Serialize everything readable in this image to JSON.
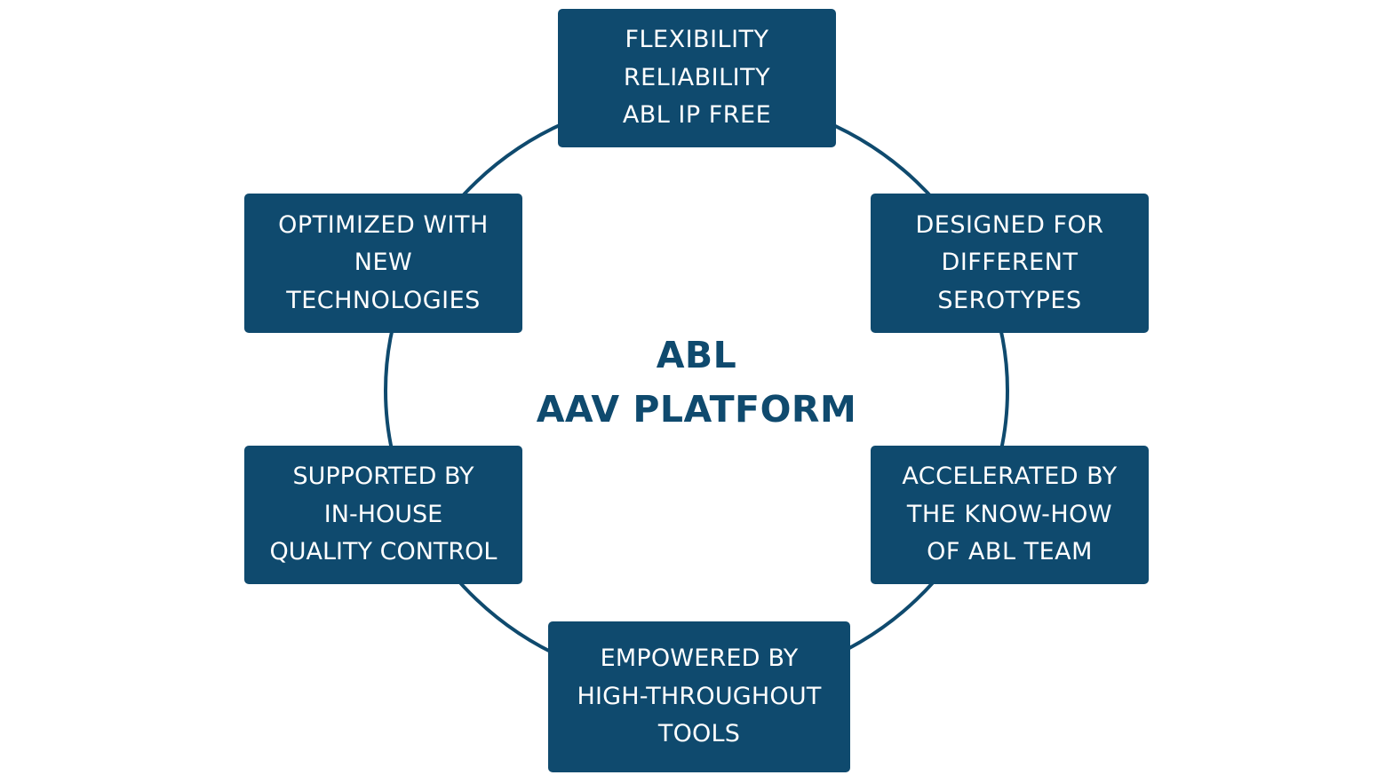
{
  "diagram": {
    "center": {
      "lines": [
        "ABL",
        "AAV PLATFORM"
      ]
    },
    "boxes": {
      "top": {
        "lines": [
          "FLEXIBILITY",
          "RELIABILITY",
          "ABL IP FREE"
        ]
      },
      "top_right": {
        "lines": [
          "DESIGNED FOR",
          "DIFFERENT",
          "SEROTYPES"
        ]
      },
      "bottom_right": {
        "lines": [
          "ACCELERATED BY",
          "THE KNOW-HOW",
          "OF ABL TEAM"
        ]
      },
      "bottom": {
        "lines": [
          "EMPOWERED BY",
          "HIGH-THROUGHOUT",
          "TOOLS"
        ]
      },
      "bottom_left": {
        "lines": [
          "SUPPORTED BY",
          "IN-HOUSE",
          "QUALITY CONTROL"
        ]
      },
      "top_left": {
        "lines": [
          "OPTIMIZED WITH",
          "NEW",
          "TECHNOLOGIES"
        ]
      }
    },
    "colors": {
      "box_fill": "#0f4a6e",
      "box_text": "#ffffff",
      "ring_stroke": "#0f4a6e",
      "title_text": "#0f4a6e",
      "background": "#ffffff"
    }
  }
}
